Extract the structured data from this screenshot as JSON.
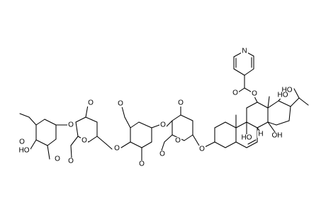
{
  "atoms": {
    "o1": "O",
    "o2": "O",
    "o3": "O",
    "o4": "O",
    "o5": "O",
    "o6": "O",
    "o7": "O",
    "o8": "O",
    "o9": "O",
    "o10": "O",
    "o11": "O",
    "o12": "O",
    "o13": "O",
    "o14": "O",
    "o15": "O",
    "o16": "O",
    "oh1": "HO",
    "oh2": "HO",
    "oh3": "OH",
    "oh4": "HO",
    "oh5": "HO",
    "n1": "N",
    "h1": "H"
  }
}
